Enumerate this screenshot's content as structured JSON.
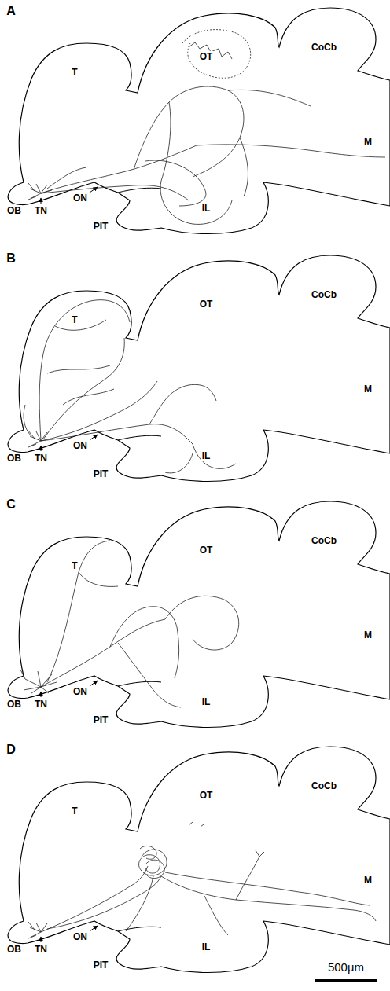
{
  "diagram": {
    "labels": [
      "A",
      "T",
      "OT",
      "CoCb",
      "OB",
      "TN",
      "ON",
      "PIT",
      "IL",
      "M",
      "B",
      "T",
      "OT",
      "CoCb",
      "OB",
      "TN",
      "ON",
      "PIT",
      "IL",
      "M",
      "C",
      "T",
      "OT",
      "CoCb",
      "OB",
      "TN",
      "ON",
      "PIT",
      "IL",
      "M",
      "D",
      "T",
      "OT",
      "CoCb",
      "OB",
      "TN",
      "ON",
      "PIT",
      "IL",
      "M",
      "500µm"
    ]
  }
}
